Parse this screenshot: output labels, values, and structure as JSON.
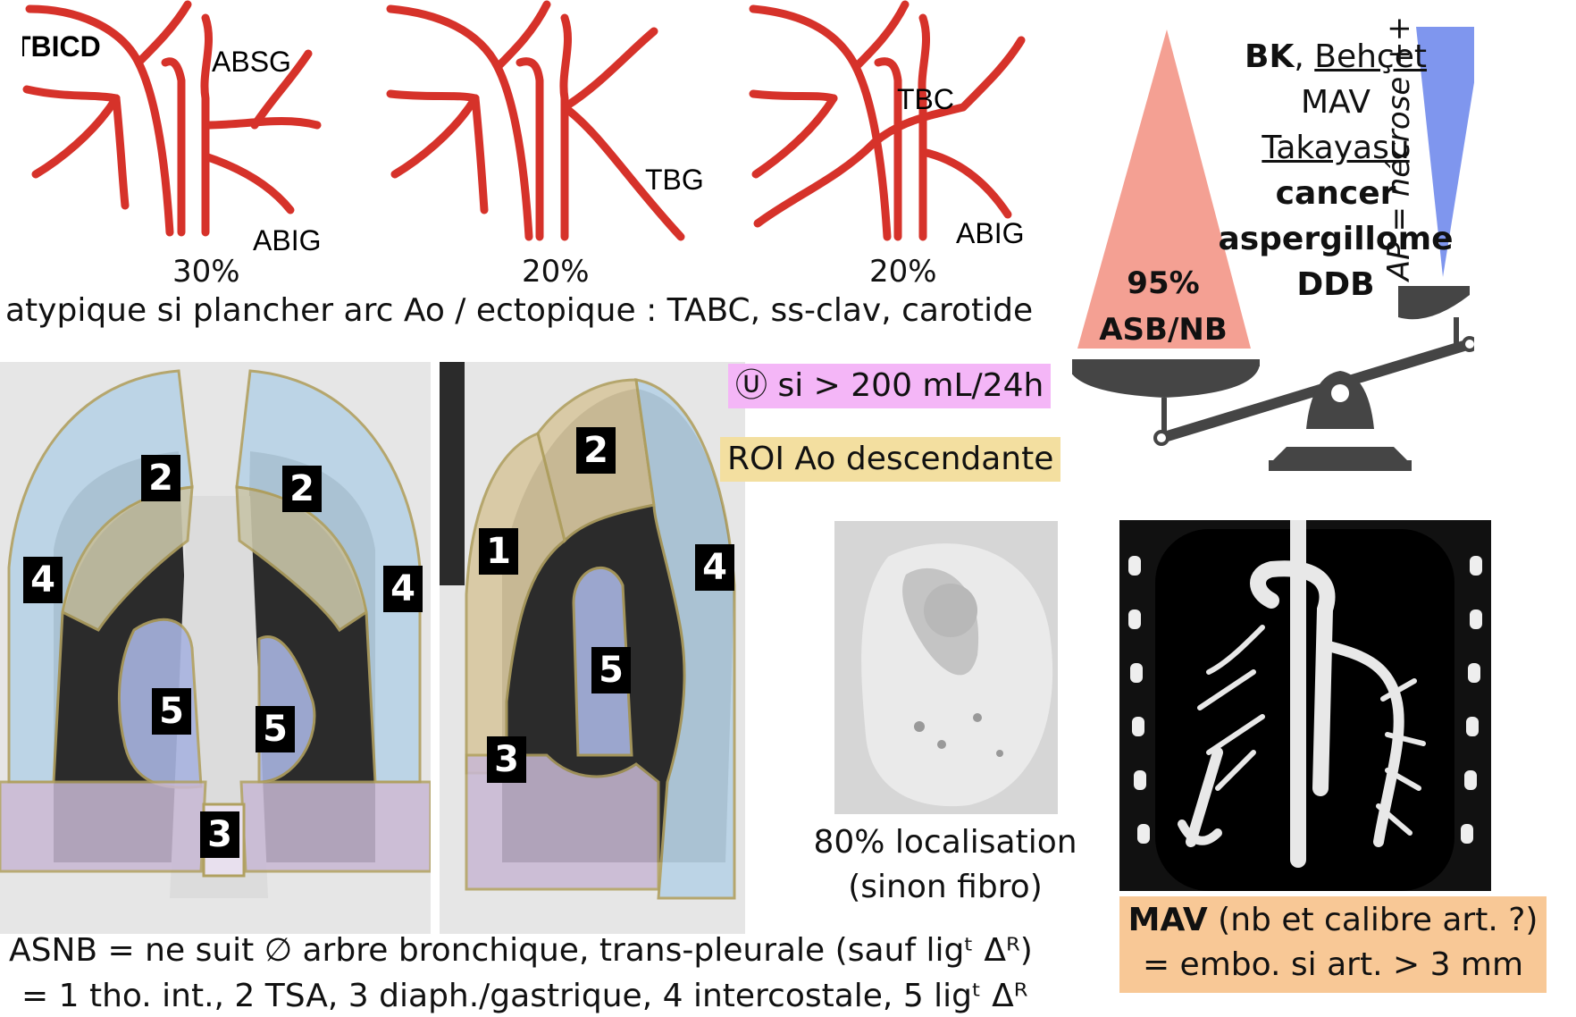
{
  "artery_schemas": [
    {
      "labels": [
        "TBICD",
        "ABSG",
        "ABIG"
      ],
      "percent": "30%"
    },
    {
      "labels": [
        "TBG"
      ],
      "percent": "20%"
    },
    {
      "labels": [
        "TBC",
        "ABIG"
      ],
      "percent": "20%"
    }
  ],
  "atypical_note": "atypique si plancher arc Ao / ectopique : TABC, ss-clav, carotide",
  "scale": {
    "left_pct": "95%",
    "left_label": "ASB/NB",
    "causes": [
      "BK",
      "Behçet",
      "MAV",
      "Takayasu",
      "cancer",
      "aspergillome",
      "DDB"
    ],
    "cause_sep": ", ",
    "right_label": "AP = nécrose ++"
  },
  "zones": {
    "coronal": [
      "2",
      "2",
      "4",
      "4",
      "5",
      "5",
      "3"
    ],
    "sagittal": [
      "2",
      "1",
      "4",
      "5",
      "3"
    ]
  },
  "threshold_symbol": "Ⓤ",
  "threshold_text": "si > 200 mL/24h",
  "roi_text": "ROI Ao descendante",
  "ct_caption_line1": "80% localisation",
  "ct_caption_line2": "(sinon fibro)",
  "mav_bold": "MAV",
  "mav_line1_rest": " (nb et calibre art. ?)",
  "mav_line2": "= embo. si art. > 3 mm",
  "asnb_line1": "ASNB = ne suit ∅ arbre bronchique, trans-pleurale (sauf ligᵗ Δᴿ)",
  "asnb_line2": "= 1 tho. int., 2 TSA, 3 diaph./gastrique, 4 intercostale, 5 ligᵗ Δᴿ",
  "colors": {
    "artery": "#d6322a",
    "cone_left": "#f4a093",
    "cone_right": "#7f96ee",
    "highlight_pink": "#f4b6f7",
    "highlight_yellow": "#f3dfa0",
    "highlight_orange": "#f8c896",
    "zone_blue": "#b8d3e6",
    "zone_tan": "#d8c8a0",
    "zone_lilac": "#c8b8d4",
    "zone_purple": "#a8b4e0"
  }
}
